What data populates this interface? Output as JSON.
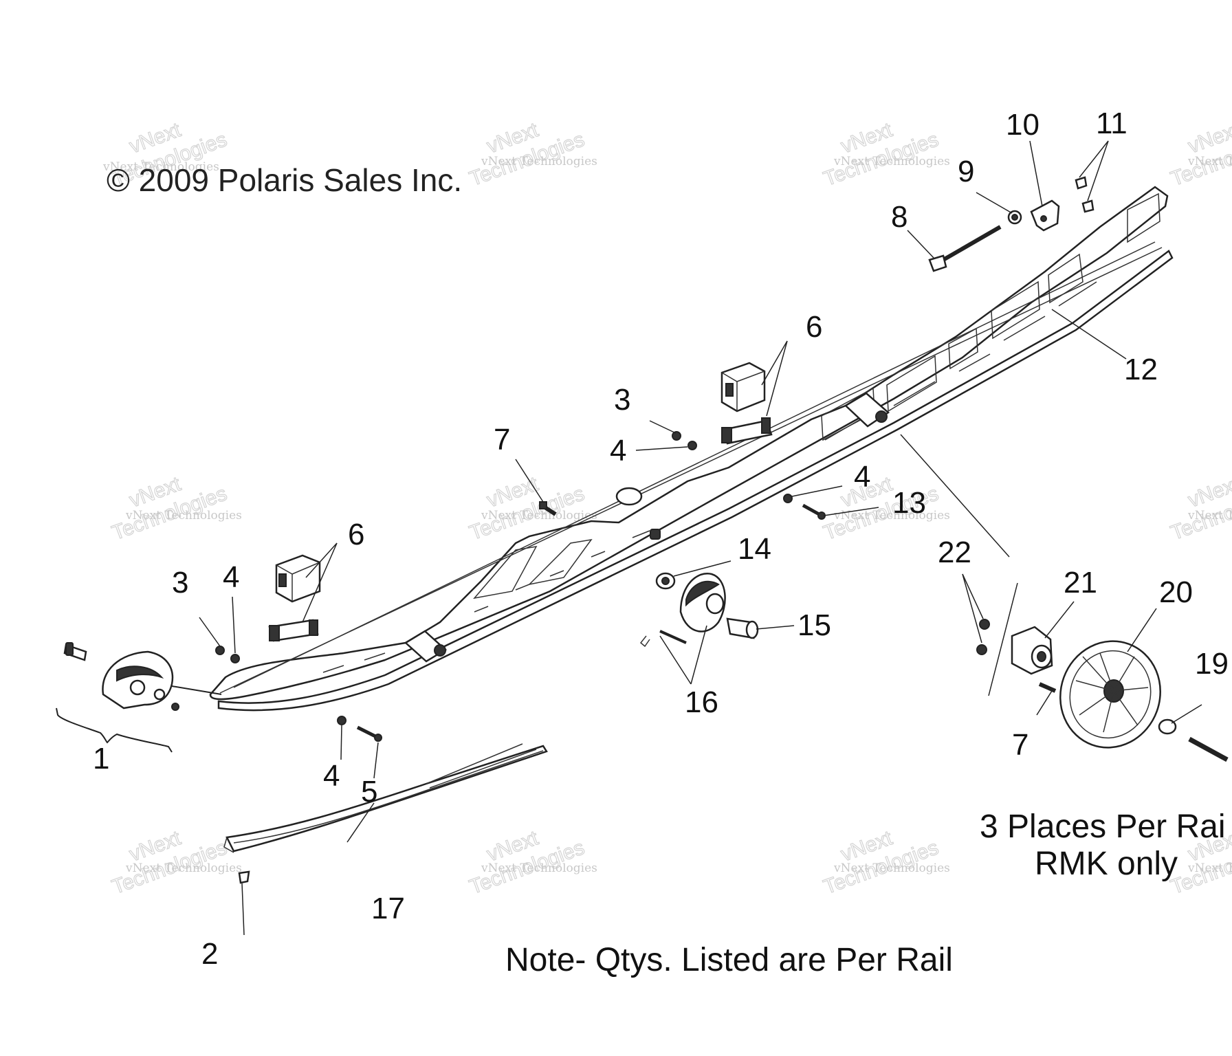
{
  "copyright": "© 2009 Polaris Sales Inc.",
  "note": "Note- Qtys. Listed are Per Rail",
  "places_note": {
    "line1": "3 Places Per Rai",
    "line2": "RMK only"
  },
  "watermark": {
    "line1": "vNext",
    "line2": "Technologies",
    "line3": "vNext Technologies"
  },
  "callouts": {
    "c1": "1",
    "c2": "2",
    "c3a": "3",
    "c3b": "3",
    "c4a": "4",
    "c4b": "4",
    "c4c": "4",
    "c4d": "4",
    "c5": "5",
    "c6a": "6",
    "c6b": "6",
    "c7a": "7",
    "c7b": "7",
    "c8": "8",
    "c9": "9",
    "c10": "10",
    "c11": "11",
    "c12": "12",
    "c13": "13",
    "c14": "14",
    "c15": "15",
    "c16": "16",
    "c17": "17",
    "c19": "19",
    "c20": "20",
    "c21": "21",
    "c22": "22"
  }
}
